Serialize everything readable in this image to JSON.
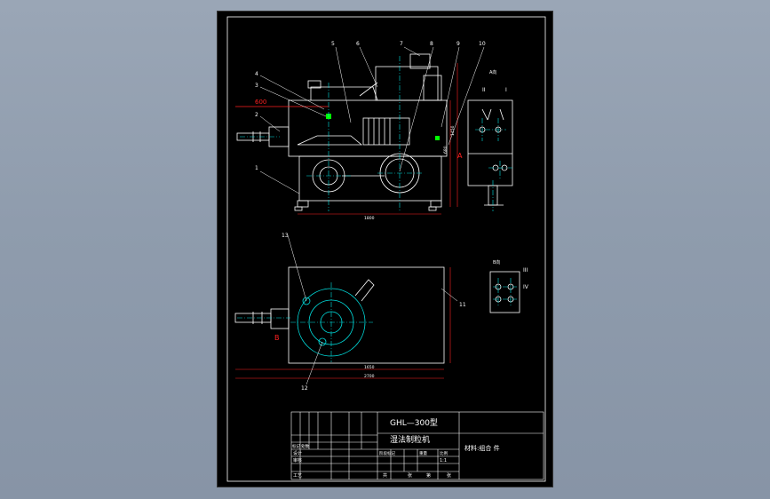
{
  "colors": {
    "background": "#8f9cad",
    "sheet": "#000000",
    "line": "#ffffff",
    "centerline": "#00e0e0",
    "hatch": "#00cc00",
    "dimension": "#ff2020",
    "accent_green": "#00ff00"
  },
  "callouts": [
    "1",
    "2",
    "3",
    "4",
    "5",
    "6",
    "7",
    "8",
    "9",
    "10",
    "11",
    "12",
    "13"
  ],
  "dimensions": {
    "red_width": "600",
    "front_length": "1800",
    "plan_inner": "1650",
    "plan_outer": "2700",
    "height_left": "1450",
    "height_right": "680"
  },
  "view_labels": {
    "side_view": "A向",
    "section_I": "I",
    "section_II": "II",
    "letter_A": "A",
    "letter_B": "B",
    "view_B": "B向",
    "section_III": "III",
    "section_IV": "IV"
  },
  "title_block": {
    "model": "GHL—300型",
    "name": "湿法制粒机",
    "material": "材料:组合 件",
    "scale": "1:1",
    "sheet_label_1": "共",
    "sheet_label_2": "张",
    "sheet_label_3": "第",
    "sheet_label_4": "张",
    "row_labels": [
      "设计",
      "审核",
      "工艺",
      "标记",
      "处数"
    ],
    "header_cells": [
      "阶段标记",
      "重量",
      "比例"
    ]
  }
}
